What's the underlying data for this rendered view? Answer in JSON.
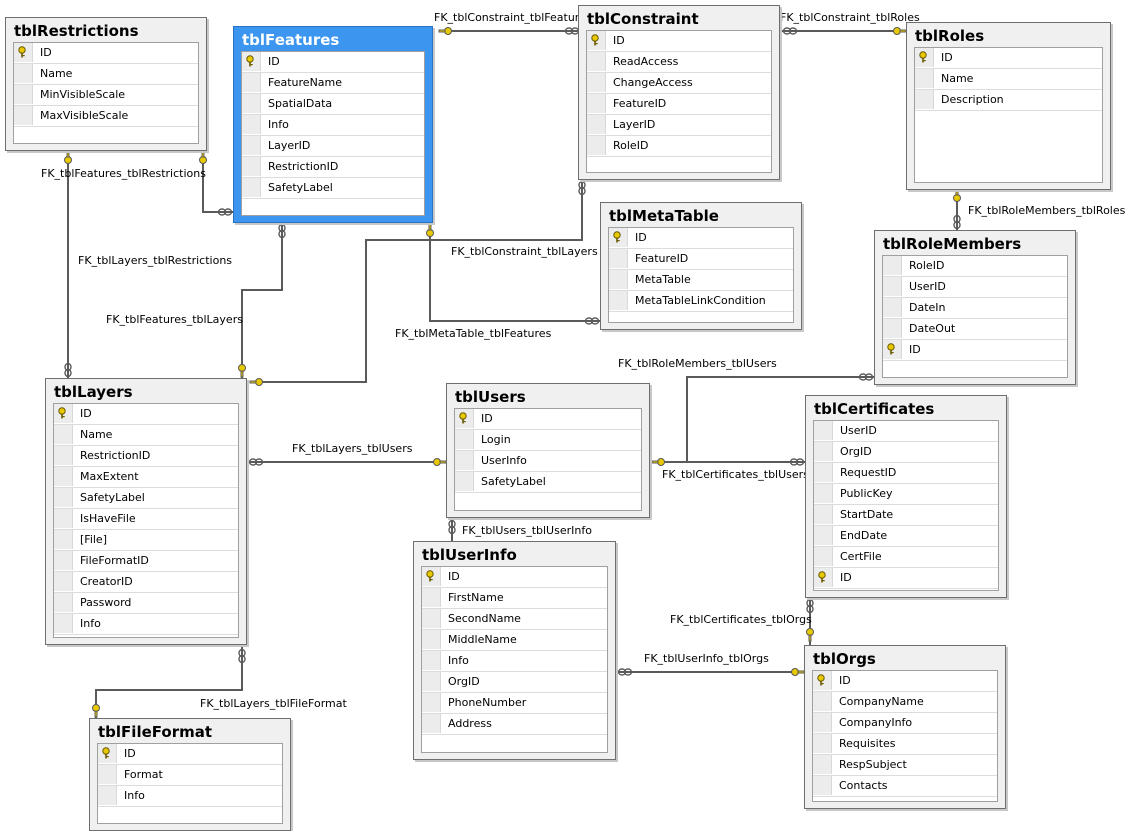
{
  "tables": {
    "restrictions": {
      "name": "tblRestrictions",
      "fields": [
        {
          "n": "ID",
          "pk": true
        },
        {
          "n": "Name"
        },
        {
          "n": "MinVisibleScale"
        },
        {
          "n": "MaxVisibleScale"
        }
      ]
    },
    "features": {
      "name": "tblFeatures",
      "selected": true,
      "fields": [
        {
          "n": "ID",
          "pk": true
        },
        {
          "n": "FeatureName"
        },
        {
          "n": "SpatialData"
        },
        {
          "n": "Info"
        },
        {
          "n": "LayerID"
        },
        {
          "n": "RestrictionID"
        },
        {
          "n": "SafetyLabel"
        }
      ]
    },
    "constraint": {
      "name": "tblConstraint",
      "fields": [
        {
          "n": "ID",
          "pk": true
        },
        {
          "n": "ReadAccess"
        },
        {
          "n": "ChangeAccess"
        },
        {
          "n": "FeatureID"
        },
        {
          "n": "LayerID"
        },
        {
          "n": "RoleID"
        }
      ]
    },
    "roles": {
      "name": "tblRoles",
      "fields": [
        {
          "n": "ID",
          "pk": true
        },
        {
          "n": "Name"
        },
        {
          "n": "Description"
        }
      ]
    },
    "metatable": {
      "name": "tblMetaTable",
      "fields": [
        {
          "n": "ID",
          "pk": true
        },
        {
          "n": "FeatureID"
        },
        {
          "n": "MetaTable"
        },
        {
          "n": "MetaTableLinkCondition"
        }
      ]
    },
    "rolemembers": {
      "name": "tblRoleMembers",
      "fields": [
        {
          "n": "RoleID"
        },
        {
          "n": "UserID"
        },
        {
          "n": "DateIn"
        },
        {
          "n": "DateOut"
        },
        {
          "n": "ID",
          "pk": true
        }
      ]
    },
    "layers": {
      "name": "tblLayers",
      "fields": [
        {
          "n": "ID",
          "pk": true
        },
        {
          "n": "Name"
        },
        {
          "n": "RestrictionID"
        },
        {
          "n": "MaxExtent"
        },
        {
          "n": "SafetyLabel"
        },
        {
          "n": "IsHaveFile"
        },
        {
          "n": "[File]"
        },
        {
          "n": "FileFormatID"
        },
        {
          "n": "CreatorID"
        },
        {
          "n": "Password"
        },
        {
          "n": "Info"
        }
      ]
    },
    "users": {
      "name": "tblUsers",
      "fields": [
        {
          "n": "ID",
          "pk": true
        },
        {
          "n": "Login"
        },
        {
          "n": "UserInfo"
        },
        {
          "n": "SafetyLabel"
        }
      ]
    },
    "certificates": {
      "name": "tblCertificates",
      "fields": [
        {
          "n": "UserID"
        },
        {
          "n": "OrgID"
        },
        {
          "n": "RequestID"
        },
        {
          "n": "PublicKey"
        },
        {
          "n": "StartDate"
        },
        {
          "n": "EndDate"
        },
        {
          "n": "CertFile"
        },
        {
          "n": "ID",
          "pk": true
        }
      ]
    },
    "userinfo": {
      "name": "tblUserInfo",
      "fields": [
        {
          "n": "ID",
          "pk": true
        },
        {
          "n": "FirstName"
        },
        {
          "n": "SecondName"
        },
        {
          "n": "MiddleName"
        },
        {
          "n": "Info"
        },
        {
          "n": "OrgID"
        },
        {
          "n": "PhoneNumber"
        },
        {
          "n": "Address"
        }
      ]
    },
    "orgs": {
      "name": "tblOrgs",
      "fields": [
        {
          "n": "ID",
          "pk": true
        },
        {
          "n": "CompanyName"
        },
        {
          "n": "CompanyInfo"
        },
        {
          "n": "Requisites"
        },
        {
          "n": "RespSubject"
        },
        {
          "n": "Contacts"
        }
      ]
    },
    "fileformat": {
      "name": "tblFileFormat",
      "fields": [
        {
          "n": "ID",
          "pk": true
        },
        {
          "n": "Format"
        },
        {
          "n": "Info"
        }
      ]
    }
  },
  "relations": {
    "fk_constraint_features": "FK_tblConstraint_tblFeatures",
    "fk_constraint_roles": "FK_tblConstraint_tblRoles",
    "fk_features_restrictions": "FK_tblFeatures_tblRestrictions",
    "fk_rolemembers_roles": "FK_tblRoleMembers_tblRoles",
    "fk_constraint_layers": "FK_tblConstraint_tblLayers",
    "fk_layers_restrictions": "FK_tblLayers_tblRestrictions",
    "fk_features_layers": "FK_tblFeatures_tblLayers",
    "fk_metatable_features": "FK_tblMetaTable_tblFeatures",
    "fk_rolemembers_users": "FK_tblRoleMembers_tblUsers",
    "fk_layers_users": "FK_tblLayers_tblUsers",
    "fk_certificates_users": "FK_tblCertificates_tblUsers",
    "fk_users_userinfo": "FK_tblUsers_tblUserInfo",
    "fk_certificates_orgs": "FK_tblCertificates_tblOrgs",
    "fk_userinfo_orgs": "FK_tblUserInfo_tblOrgs",
    "fk_layers_fileformat": "FK_tblLayers_tblFileFormat"
  },
  "colors": {
    "selected_header": "#3c96f0",
    "line": "#5a5a5a",
    "key": "#e8c800"
  }
}
